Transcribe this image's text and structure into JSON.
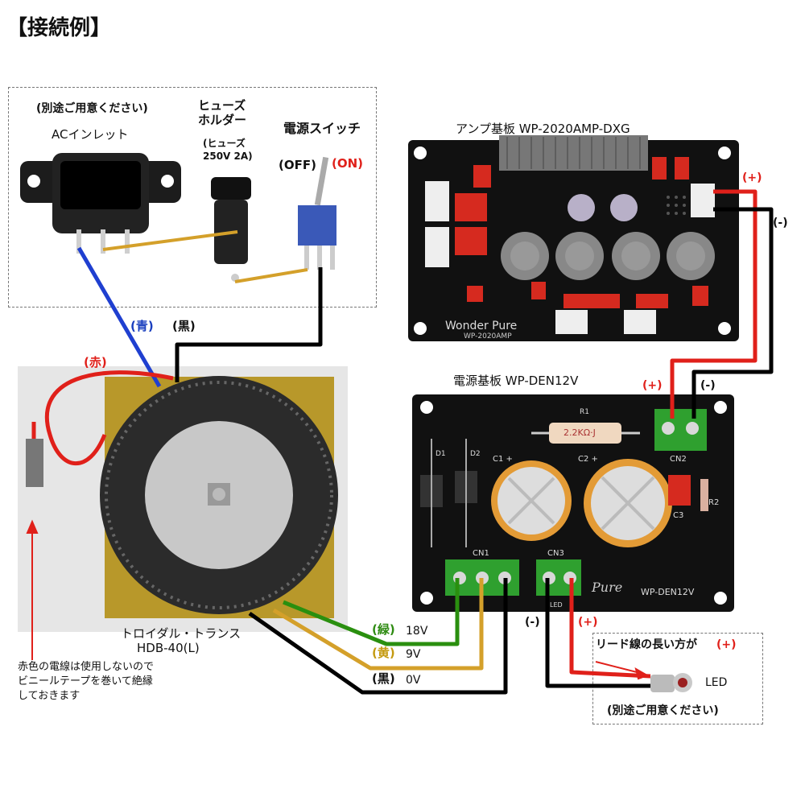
{
  "title": "【接続例】",
  "ac_group": {
    "note": "(別途ご用意ください)",
    "ac_inlet": "ACインレット",
    "fuse_holder_line1": "ヒューズ",
    "fuse_holder_line2": "ホルダー",
    "fuse_spec_line1": "(ヒューズ",
    "fuse_spec_line2": "250V 2A)",
    "power_switch": "電源スイッチ",
    "off": "(OFF)",
    "on": "(ON)"
  },
  "amp_board": {
    "title": "アンプ基板 WP-2020AMP-DXG",
    "silk_brand": "Wonder Pure",
    "silk_model": "WP-2020AMP",
    "plus": "(+)",
    "minus": "(-)"
  },
  "power_board": {
    "title": "電源基板 WP-DEN12V",
    "plus": "(+)",
    "minus": "(-)",
    "r1": "R1",
    "r1_value": "2.2KΩ·J",
    "c1": "C1 +",
    "c2": "C2 +",
    "c3": "C3",
    "r2": "R2",
    "d1": "D1",
    "d2": "D2",
    "cn1": "CN1",
    "cn2": "CN2",
    "cn3": "CN3",
    "led_silk": "LED",
    "silk_brand": "Pure",
    "silk_model": "WP-DEN12V",
    "cn3_minus": "(-)",
    "cn3_plus": "(+)"
  },
  "wires": {
    "blue": "(青)",
    "black_top": "(黒)",
    "red": "(赤)",
    "green_label": "(緑)",
    "green_value": "18V",
    "yellow_label": "(黄)",
    "yellow_value": "9V",
    "black_label": "(黒)",
    "black_value": "0V"
  },
  "transformer": {
    "name_line1": "トロイダル・トランス",
    "name_line2": "HDB-40(L)",
    "note_line1": "赤色の電線は使用しないので",
    "note_line2": "ビニールテープを巻いて絶縁",
    "note_line3": "しておきます"
  },
  "led_group": {
    "note": "リード線の長い方が",
    "plus": "(+)",
    "led": "LED",
    "prepare": "(別途ご用意ください)"
  }
}
